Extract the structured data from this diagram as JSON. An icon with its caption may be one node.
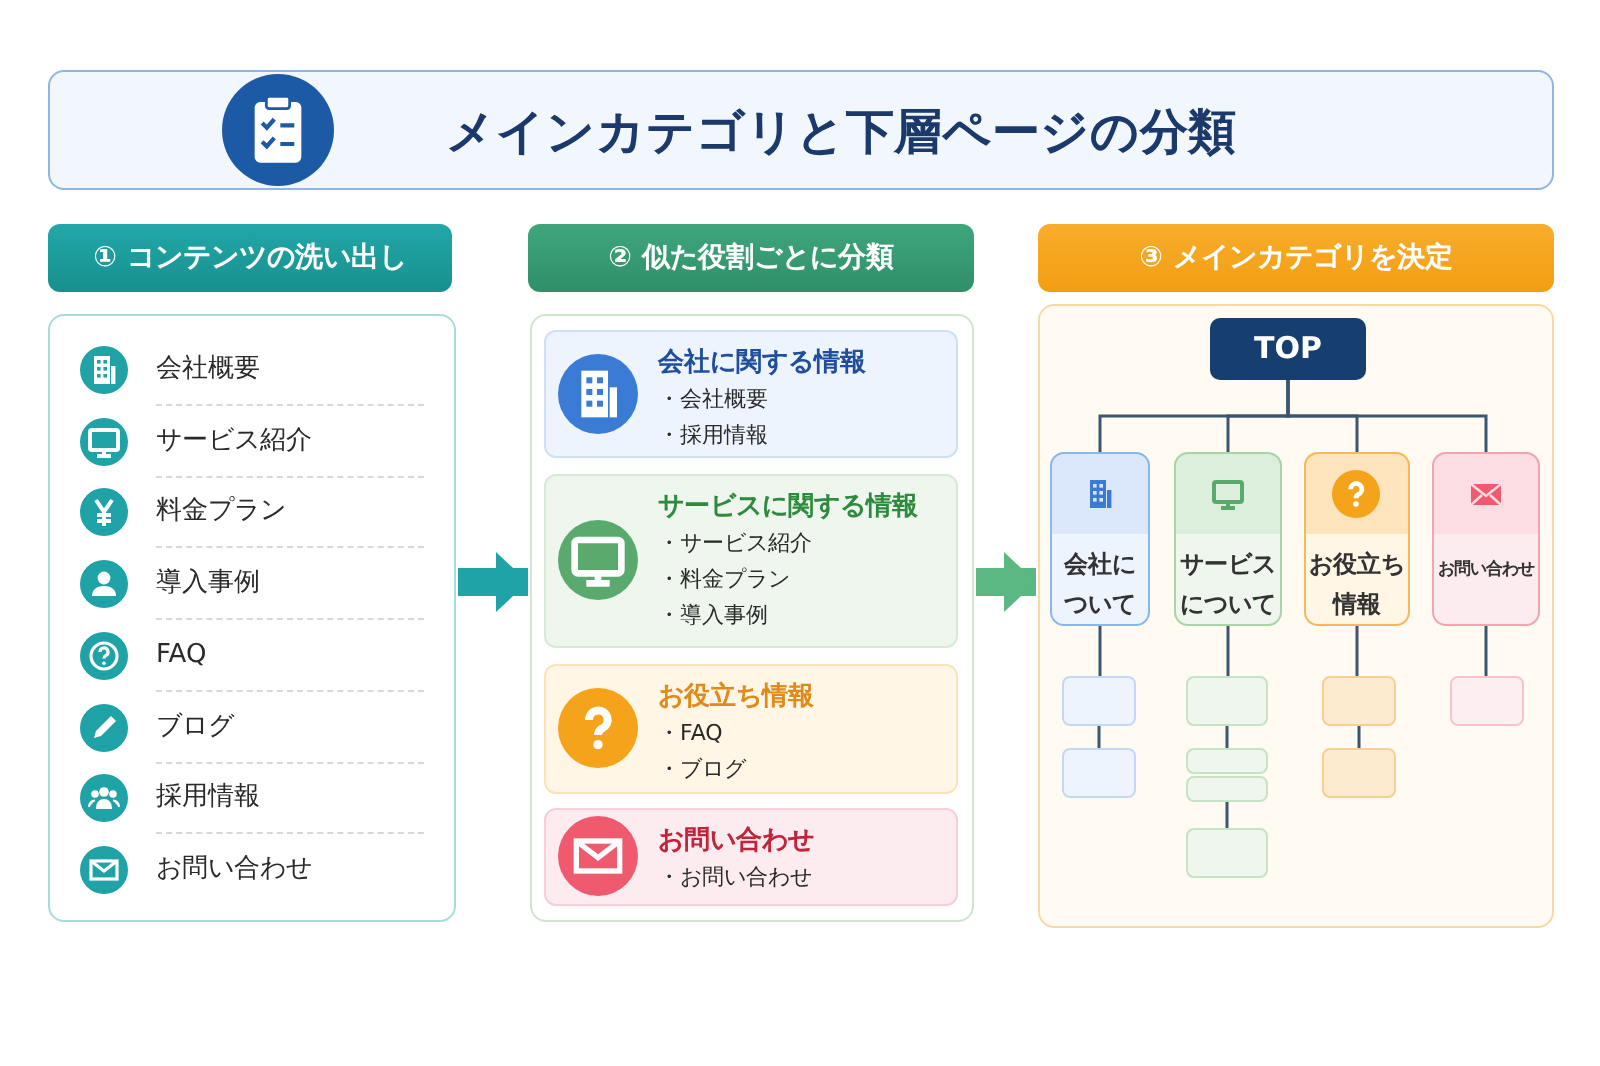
{
  "diagram": {
    "title": "メインカテゴリと下層ページの分類",
    "nodes": [
      {
        "text": [
          "① コンテンツの洗い出し"
        ]
      },
      {
        "text": [
          "会社概要",
          "サービス紹介",
          "料金プラン",
          "導入事例",
          "FAQ",
          "ブログ",
          "採用情報",
          "お問い合わせ"
        ]
      },
      {
        "text": [
          "② 似た役割ごとに分類"
        ]
      },
      {
        "text": [],
        "shape": "box"
      },
      {
        "text": [
          "会社に関する情報",
          "・会社概要",
          "・採用情報"
        ],
        "in": 3
      },
      {
        "text": [
          "サービスに関する情報",
          "・サービス紹介",
          "・料金プラン",
          "・導入事例"
        ],
        "in": 3
      },
      {
        "text": [
          "お役立ち情報",
          "・FAQ",
          "・ブログ"
        ],
        "in": 3
      },
      {
        "text": [
          "お問い合わせ",
          "・お問い合わせ"
        ],
        "in": 3
      },
      {
        "text": [
          "③ メインカテゴリを決定"
        ]
      },
      {
        "text": [],
        "shape": "box"
      },
      {
        "text": [
          "TOP"
        ],
        "in": 9
      },
      {
        "text": [
          "会社について"
        ],
        "in": 9
      },
      {
        "text": [
          "サービスについて"
        ],
        "in": 9
      },
      {
        "text": [
          "お役立ち情報"
        ],
        "in": 9
      },
      {
        "text": [
          "お問い合わせ"
        ],
        "in": 9
      },
      {
        "text": [],
        "shape": "box",
        "in": 9
      },
      {
        "text": [],
        "shape": "box",
        "in": 9
      },
      {
        "text": [],
        "shape": "box",
        "in": 9
      },
      {
        "text": [],
        "shape": "box",
        "in": 9
      },
      {
        "text": [],
        "shape": "box",
        "in": 9
      },
      {
        "text": [],
        "shape": "box",
        "in": 9
      },
      {
        "text": [],
        "shape": "box",
        "in": 9
      },
      {
        "text": [],
        "shape": "box",
        "in": 9
      },
      {
        "text": [],
        "shape": "box",
        "in": 9
      }
    ],
    "edges": [
      {
        "from": 1,
        "to": 3,
        "arrow": "to",
        "style": "thick",
        "color": "#1fa3a6"
      },
      {
        "from": 3,
        "to": 9,
        "arrow": "to",
        "style": "thick",
        "color": "#5cb882"
      },
      {
        "from": 10,
        "to": 11,
        "arrow": "none"
      },
      {
        "from": 10,
        "to": 12,
        "arrow": "none"
      },
      {
        "from": 10,
        "to": 13,
        "arrow": "none"
      },
      {
        "from": 10,
        "to": 14,
        "arrow": "none"
      },
      {
        "from": 11,
        "to": 15,
        "arrow": "none"
      },
      {
        "from": 15,
        "to": 16,
        "arrow": "none"
      },
      {
        "from": 12,
        "to": 17,
        "arrow": "none"
      },
      {
        "from": 17,
        "to": 18,
        "arrow": "none"
      },
      {
        "from": 19,
        "to": 20,
        "arrow": "none"
      },
      {
        "from": 13,
        "to": 21,
        "arrow": "none"
      },
      {
        "from": 21,
        "to": 22,
        "arrow": "none"
      },
      {
        "from": 14,
        "to": 23,
        "arrow": "none"
      }
    ]
  }
}
